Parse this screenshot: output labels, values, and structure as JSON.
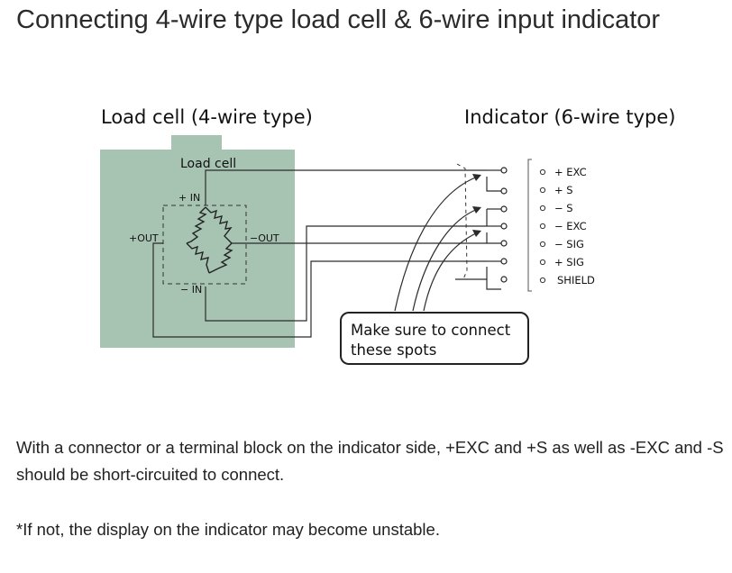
{
  "page": {
    "title": "Connecting 4-wire type load cell & 6-wire input indicator"
  },
  "diagram": {
    "loadcell_heading": "Load cell (4-wire type)",
    "indicator_heading": "Indicator (6-wire type)",
    "loadcell_label": "Load cell",
    "bridge_labels": {
      "plus_in": "+ IN",
      "minus_in": "− IN",
      "plus_out": "+OUT",
      "minus_out": "−OUT"
    },
    "terminals": [
      "+ EXC",
      "+ S",
      "− S",
      "− EXC",
      "− SIG",
      "+ SIG",
      "SHIELD"
    ],
    "callout_line1": "Make sure to connect",
    "callout_line2": "these spots",
    "colors": {
      "loadcell_fill": "#a7c4b3",
      "wire": "#2b2b2b"
    }
  },
  "text": {
    "paragraph1": "With a connector or a terminal block on the indicator side, +EXC and +S as well as -EXC and -S should be short-circuited to connect.",
    "paragraph2": "*If not, the display on the indicator may become unstable."
  }
}
